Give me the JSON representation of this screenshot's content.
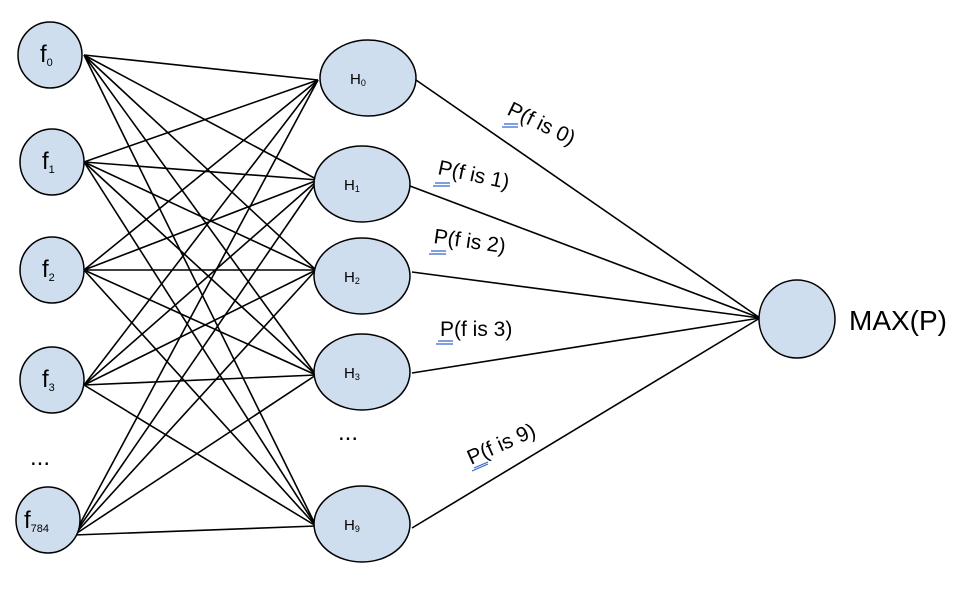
{
  "diagram": {
    "input_nodes": [
      {
        "main": "f",
        "sub": "0"
      },
      {
        "main": "f",
        "sub": "1"
      },
      {
        "main": "f",
        "sub": "2"
      },
      {
        "main": "f",
        "sub": "3"
      },
      {
        "main": "f",
        "sub": "784"
      }
    ],
    "input_ellipsis": "...",
    "hidden_nodes": [
      {
        "main": "H",
        "sub": "0"
      },
      {
        "main": "H",
        "sub": "1"
      },
      {
        "main": "H",
        "sub": "2"
      },
      {
        "main": "H",
        "sub": "3"
      },
      {
        "main": "H",
        "sub": "9"
      }
    ],
    "hidden_ellipsis": "...",
    "edge_labels": [
      "P(f is 0)",
      "P(f is 1)",
      "P(f is 2)",
      "P(f is 3)",
      "P(f is 9)"
    ],
    "output_label": "MAX(P)"
  }
}
